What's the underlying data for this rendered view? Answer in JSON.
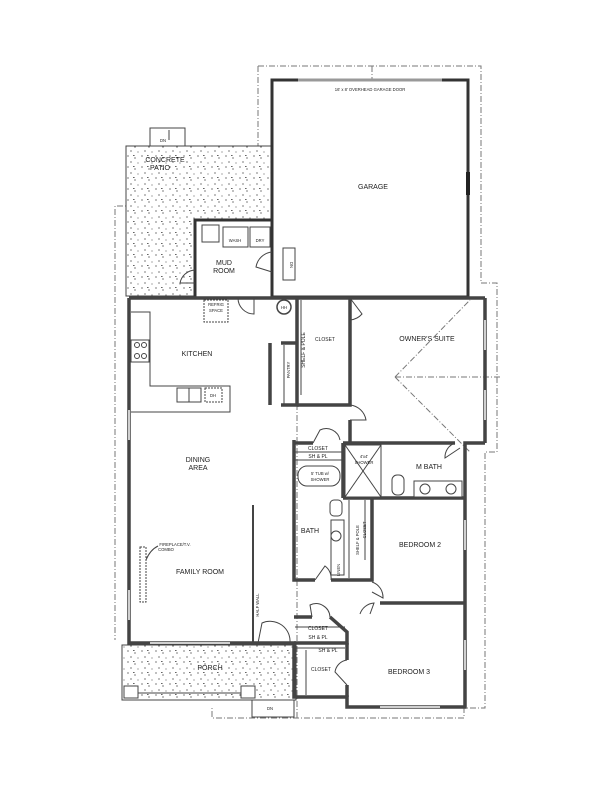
{
  "plan": {
    "garage_door": "16' x 8' OVERHEAD GARAGE DOOR",
    "garage": "GARAGE",
    "patio_line1": "CONCRETE",
    "patio_line2": "PATIO",
    "patio_dn": "DN",
    "mud_line1": "MUD",
    "mud_line2": "ROOM",
    "wash": "WASH",
    "dry": "DRY",
    "garage_dn": "DN",
    "refrig_line1": "REFRIG",
    "refrig_line2": "SPACE",
    "water_heater": "HH",
    "kitchen": "KITCHEN",
    "dishwasher": "DH",
    "pantry": "PANTRY",
    "owner_closet_shelf": "SHELF & POLE",
    "owner_closet": "CLOSET",
    "owners_suite": "OWNER'S SUITE",
    "dining_line1": "DINING",
    "dining_line2": "AREA",
    "mb_closet": "CLOSET",
    "mb_closet_shelf": "SH & PL",
    "tub_line1": "5' TUB w/",
    "tub_line2": "SHOWER",
    "shower_line1": "4'x4'",
    "shower_line2": "SHOWER",
    "m_bath": "M BATH",
    "bath": "BATH",
    "bed2_closet_shelf": "SHELF & POLE",
    "bed2_closet": "CLOSET",
    "linen": "LINEN",
    "bedroom2": "BEDROOM 2",
    "fireplace_line1": "FIREPLACE/T.V.",
    "fireplace_line2": "COMBO",
    "family_room": "FAMILY ROOM",
    "half_wall": "HALF WALL",
    "hall_closet": "CLOSET",
    "hall_closet_shelf": "SH & PL",
    "bed3_closet_shelf": "SH & PL",
    "bed3_closet": "CLOSET",
    "porch": "PORCH",
    "porch_dn": "DN",
    "bedroom3": "BEDROOM 3"
  }
}
